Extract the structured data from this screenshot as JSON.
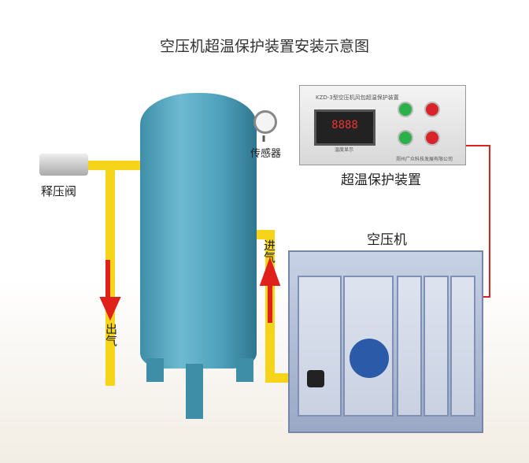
{
  "title": "空压机超温保护装置安装示意图",
  "labels": {
    "relief_valve": "释压阀",
    "sensor": "传感器",
    "protector": "超温保护装置",
    "compressor": "空压机",
    "inlet": "进气",
    "outlet": "出气"
  },
  "device": {
    "model": "KZD-3型空压机风包超温保护装置",
    "display": "8888",
    "display_label": "温度显示",
    "company": "郑州广众科技发展有限公司"
  },
  "colors": {
    "pipe": "#f6d41a",
    "arrow": "#e0201a",
    "wire": "#e0201a",
    "tank": "#4d9fba"
  }
}
